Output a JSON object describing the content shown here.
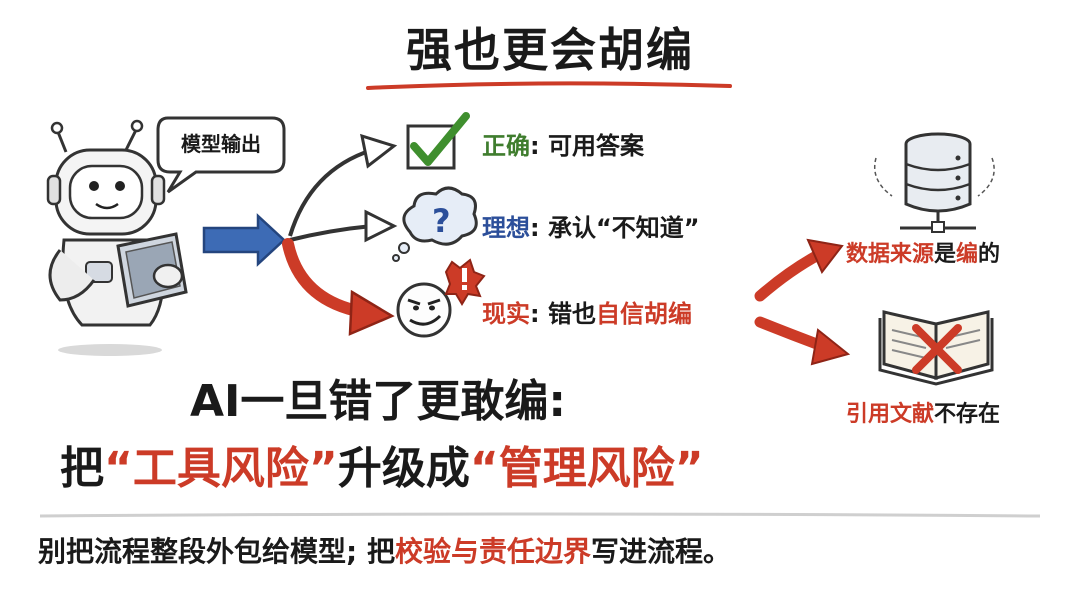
{
  "title": "强也更会胡编",
  "speech_bubble": "模型输出",
  "branches": {
    "correct": {
      "label": "正确",
      "sep": ": ",
      "text": "可用答案"
    },
    "ideal": {
      "label": "理想",
      "sep": ": ",
      "text": "承认“不知道”"
    },
    "reality": {
      "label": "现实",
      "sep": ": ",
      "text_plain": "错也",
      "text_red": "自信胡编"
    }
  },
  "consequences": {
    "data_source": {
      "red": "数据来源",
      "plain": "是",
      "red2": "编",
      "plain2": "的"
    },
    "citation": {
      "red": "引用文献",
      "plain": "不存在"
    }
  },
  "headline": {
    "line1": "AI一旦错了更敢编:",
    "line2_a": "把",
    "line2_b": "“工具风险”",
    "line2_c": "升级成",
    "line2_d": "“管理风险”"
  },
  "footer": {
    "part1": "别把流程整段外包给模型; 把",
    "part2": "校验与责任边界",
    "part3": "写进流程。"
  },
  "colors": {
    "red": "#cc3b27",
    "green": "#3f7d2e",
    "blue": "#2c4f9a"
  },
  "icons": [
    "robot-icon",
    "tablet-icon",
    "check-box-icon",
    "thought-question-icon",
    "smirk-face-icon",
    "exclamation-icon",
    "database-icon",
    "open-book-icon",
    "red-x-icon"
  ]
}
